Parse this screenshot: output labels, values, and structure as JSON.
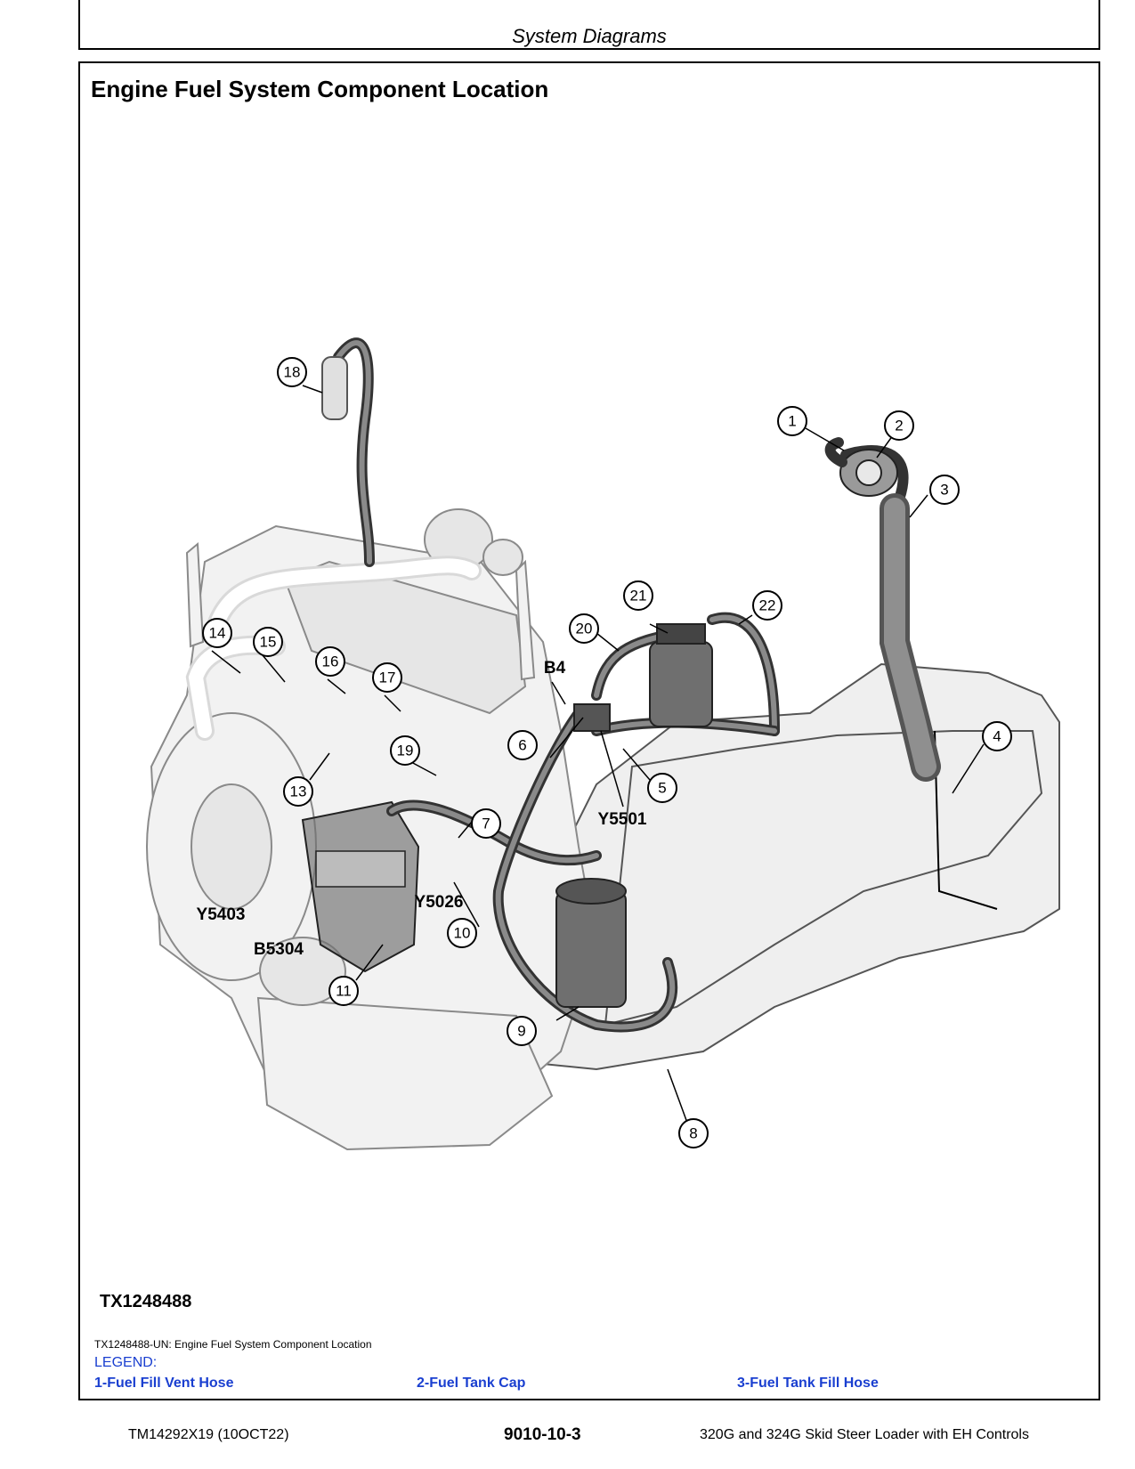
{
  "header": {
    "section_title": "System Diagrams"
  },
  "figure": {
    "title": "Engine Fuel System Component Location",
    "figure_id": "TX1248488",
    "caption": "TX1248488-UN: Engine Fuel System Component Location",
    "callouts": {
      "c1": "1",
      "c2": "2",
      "c3": "3",
      "c4": "4",
      "c5": "5",
      "c6": "6",
      "c7": "7",
      "c8": "8",
      "c9": "9",
      "c10": "10",
      "c11": "11",
      "c13": "13",
      "c14": "14",
      "c15": "15",
      "c16": "16",
      "c17": "17",
      "c18": "18",
      "c19": "19",
      "c20": "20",
      "c21": "21",
      "c22": "22"
    },
    "labels": {
      "b4": "B4",
      "y5501": "Y5501",
      "y5403": "Y5403",
      "y5026": "Y5026",
      "b5304": "B5304"
    }
  },
  "legend": {
    "title": "LEGEND:",
    "items": [
      "1-Fuel Fill Vent Hose",
      "2-Fuel Tank Cap",
      "3-Fuel Tank Fill Hose"
    ]
  },
  "footer": {
    "left": "TM14292X19 (10OCT22)",
    "center": "9010-10-3",
    "right": "320G and 324G Skid Steer Loader with EH Controls"
  }
}
